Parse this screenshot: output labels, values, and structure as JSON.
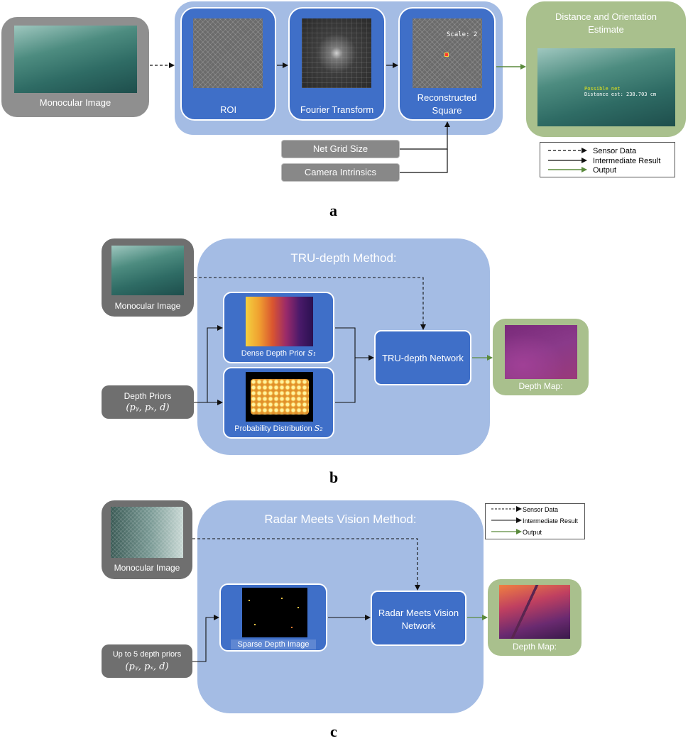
{
  "panel_a": {
    "label": "a",
    "monocular_label": "Monocular Image",
    "roi_label": "ROI",
    "fourier_label": "Fourier Transform",
    "reconstructed_line1": "Reconstructed",
    "reconstructed_line2": "Square",
    "scale_text": "Scale: 2",
    "net_grid_label": "Net Grid Size",
    "camera_intrinsics_label": "Camera Intrinsics",
    "output_title_line1": "Distance and Orientation",
    "output_title_line2": "Estimate",
    "overlay_line1": "Possible net",
    "overlay_line2": "Distance est: 238.703 cm"
  },
  "panel_b": {
    "label": "b",
    "method_title": "TRU-depth Method:",
    "monocular_label": "Monocular Image",
    "depth_priors_label": "Depth Priors",
    "priors_tuple": "(pᵧ, pₓ, d)",
    "dense_prior_label": "Dense Depth Prior",
    "dense_prior_symbol": "S₁",
    "probability_label": "Probability Distribution",
    "probability_symbol": "S₂",
    "network_label": "TRU-depth Network",
    "depth_map_label": "Depth Map:"
  },
  "panel_c": {
    "label": "c",
    "method_title": "Radar Meets Vision Method:",
    "monocular_label": "Monocular Image",
    "priors_label": "Up to 5 depth priors",
    "priors_tuple": "(pᵧ, pₓ, d)",
    "sparse_label": "Sparse Depth Image",
    "network_line1": "Radar Meets Vision",
    "network_line2": "Network",
    "depth_map_label": "Depth Map:"
  },
  "legend_a": {
    "sensor": "Sensor Data",
    "intermediate": "Intermediate Result",
    "output": "Output"
  },
  "legend_c": {
    "sensor": "Sensor Data",
    "intermediate": "Intermediate Result",
    "output": "Output"
  },
  "colors": {
    "method_region": "#a4bce4",
    "process_box": "#3f6fc8",
    "input_box": "#8f8f8f",
    "output_box": "#a9c08d",
    "output_arrow": "#5a8a3c"
  }
}
